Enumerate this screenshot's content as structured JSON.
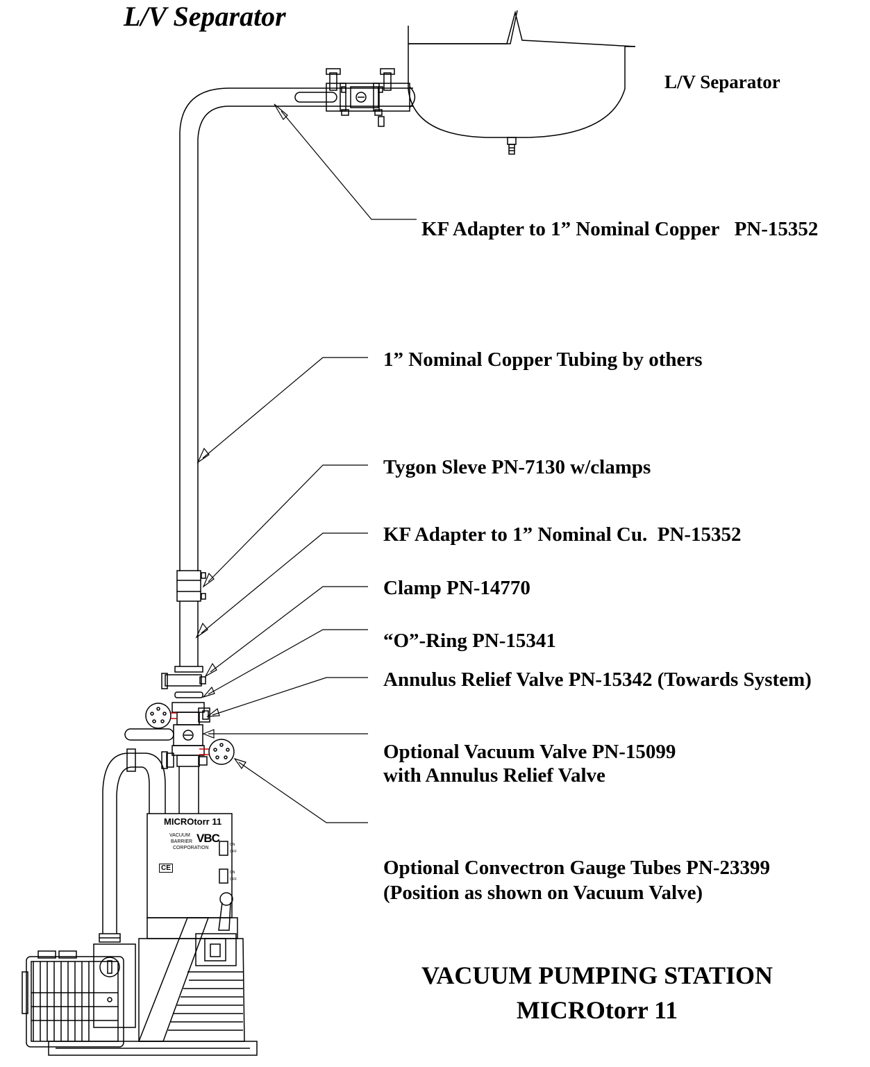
{
  "title": "L/V  Separator",
  "labels": {
    "separator": "L/V Separator",
    "kf_adapter_top": "KF Adapter to 1” Nominal Copper   PN-15352",
    "copper_tubing": "1” Nominal Copper Tubing by others",
    "tygon_sleeve": "Tygon Sleve PN-7130 w/clamps",
    "kf_adapter_cu": "KF Adapter to 1” Nominal Cu.  PN-15352",
    "clamp": "Clamp PN-14770",
    "o_ring": "“O”-Ring PN-15341",
    "annulus_relief": "Annulus Relief Valve PN-15342 (Towards System)",
    "vacuum_valve_1": "Optional Vacuum Valve PN-15099",
    "vacuum_valve_2": "with Annulus Relief Valve",
    "gauge_tubes_1": "Optional Convectron Gauge Tubes PN-23399",
    "gauge_tubes_2": "(Position as shown on Vacuum Valve)"
  },
  "station": {
    "line1": "VACUUM PUMPING STATION",
    "line2": "MICROtorr 11"
  },
  "panel": {
    "model": "MICROtorr 11",
    "company_1": "VACUUM",
    "company_2": "BARRIER",
    "company_3": "CORPORATION",
    "logo": "VBC",
    "ce_mark": "CE",
    "switch_on": "ON",
    "switch_off": "OFF"
  },
  "colors": {
    "line": "#000000",
    "accent_red": "#cc0000"
  }
}
